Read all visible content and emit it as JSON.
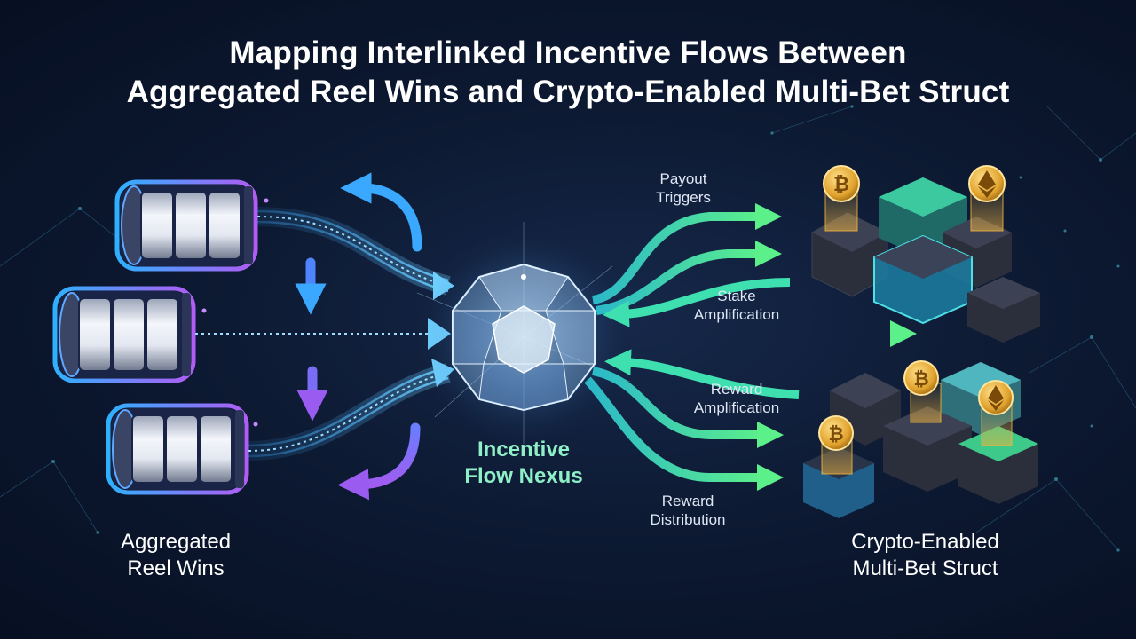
{
  "title": {
    "line1": "Mapping Interlinked Incentive Flows Between",
    "line2": "Aggregated Reel Wins and Crypto-Enabled Multi-Bet Struct"
  },
  "left": {
    "label_line1": "Aggregated",
    "label_line2": "Reel Wins",
    "reel_count": 3
  },
  "center": {
    "label_line1": "Incentive",
    "label_line2": "Flow Nexus"
  },
  "right": {
    "label_line1": "Crypto-Enabled",
    "label_line2": "Multi-Bet Struct"
  },
  "flows": {
    "payout_line1": "Payout",
    "payout_line2": "Triggers",
    "stake_line1": "Stake",
    "stake_line2": "Amplification",
    "reward_amp_line1": "Reward",
    "reward_amp_line2": "Amplification",
    "reward_dist_line1": "Reward",
    "reward_dist_line2": "Distribution"
  },
  "coins": {
    "bitcoin_symbol": "₿",
    "ethereum_icon": "ethereum-icon"
  },
  "colors": {
    "background": "#0d1a33",
    "blue_flow": "#3aa8ff",
    "purple_flow": "#8a5cf0",
    "green_flow": "#3ee08a",
    "cyan_flow": "#37d6e6",
    "gold": "#f2b640"
  }
}
